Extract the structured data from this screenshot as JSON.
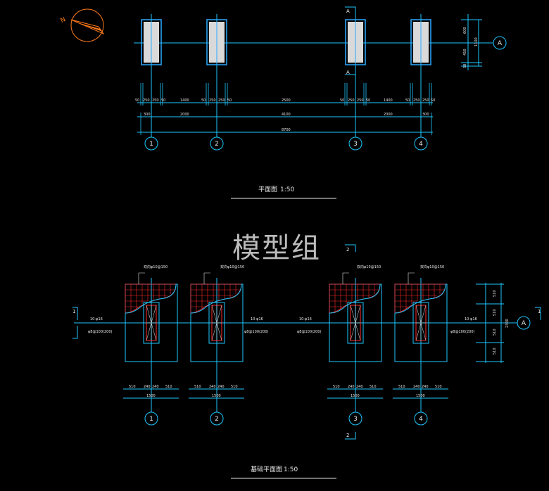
{
  "colors": {
    "background": "#000000",
    "dimension": "#1ec8ff",
    "column": "#2aa9ff",
    "column_fill": "#d9d9d9",
    "rebar": "#ff2a2a",
    "text": "#e8e8e8",
    "north": "#ff7a1a"
  },
  "watermark": "模型组",
  "north_arrow_label": "N",
  "top_plan": {
    "title": "平面图",
    "scale": "1:50",
    "section_mark": "A",
    "row_axis": "A",
    "axes": [
      "1",
      "2",
      "3",
      "4"
    ],
    "dim_row1": [
      "50",
      "250",
      "250",
      "50",
      "1400",
      "50",
      "250",
      "250",
      "50",
      "2500",
      "50",
      "250",
      "250",
      "50",
      "1400",
      "50",
      "250",
      "250",
      "50"
    ],
    "dim_row2": [
      "300",
      "2000",
      "4100",
      "2000",
      "300"
    ],
    "dim_total": "8700",
    "side_dims": [
      "600",
      "450",
      "50"
    ],
    "side_total": "1100"
  },
  "foundation_plan": {
    "title": "基础平面图",
    "scale": "1:50",
    "section_mark": "1",
    "section_mark_2": "2",
    "row_axis": "A",
    "axes": [
      "1",
      "2",
      "3",
      "4"
    ],
    "rebar_note": "双向φ10@150",
    "beam_note": "10-φ16",
    "stirrup_note": "φ8@100(200)",
    "footing_dims": [
      "510",
      "240",
      "240",
      "510"
    ],
    "footing_total": "1500",
    "side_dims": [
      "510",
      "510",
      "510",
      "510"
    ],
    "side_total": "2300"
  }
}
